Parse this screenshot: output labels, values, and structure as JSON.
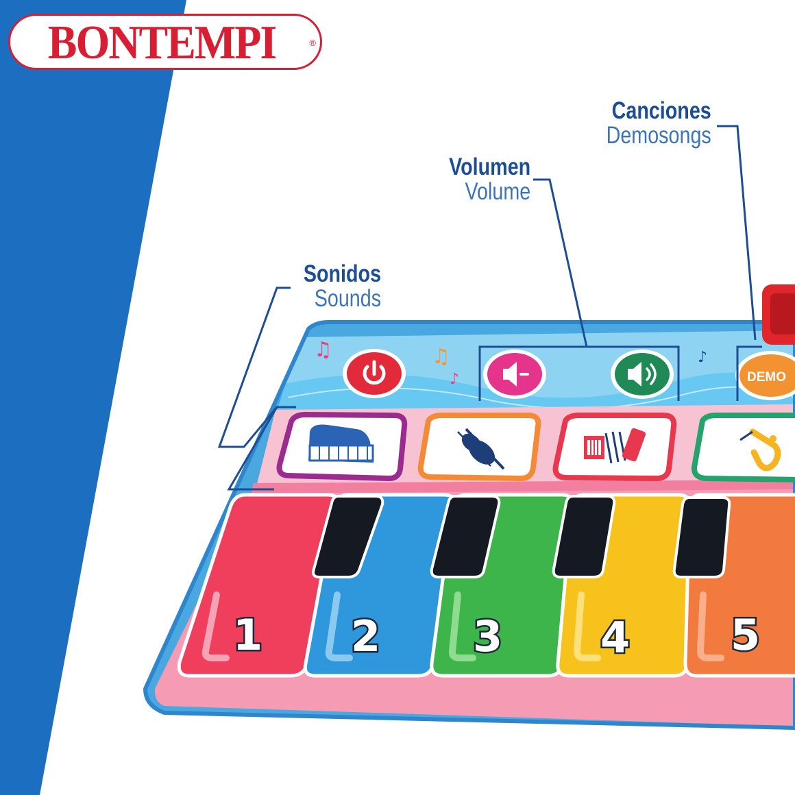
{
  "brand": {
    "logo": "BONTEMPI",
    "registered": "®"
  },
  "labels": {
    "sounds": {
      "es": "Sonidos",
      "en": "Sounds"
    },
    "volume": {
      "es": "Volumen",
      "en": "Volume"
    },
    "demo": {
      "es": "Canciones",
      "en": "Demosongs"
    }
  },
  "buttons": {
    "power": "power-icon",
    "volume_down": "speaker-low-icon",
    "volume_up": "speaker-high-icon",
    "demo": "DEMO"
  },
  "instruments": [
    "piano-icon",
    "violin-icon",
    "accordion-icon",
    "saxophone-icon"
  ],
  "keys": [
    {
      "number": "1",
      "color": "#ef3f5c"
    },
    {
      "number": "2",
      "color": "#2f97dc"
    },
    {
      "number": "3",
      "color": "#3db54a"
    },
    {
      "number": "4",
      "color": "#f6c21b"
    },
    {
      "number": "5",
      "color": "#f37a3e"
    }
  ],
  "colors": {
    "accent_blue": "#1c6fc0",
    "brand_red": "#d71e33",
    "line_navy": "#1d4d93"
  }
}
